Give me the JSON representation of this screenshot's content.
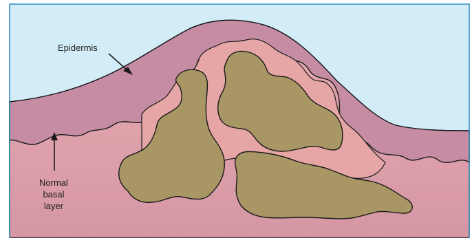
{
  "diagram": {
    "labels": {
      "epidermis": "Epidermis",
      "normal_basal_line1": "Normal",
      "normal_basal_line2": "basal",
      "normal_basal_line3": "layer"
    },
    "colors": {
      "sky": "#d3edf8",
      "epidermis": "#c58ca3",
      "dermis_top": "#e9aeb1",
      "dermis_bottom": "#d596a4",
      "lesion_zone": "#e6a6a6",
      "nests": "#a89664",
      "outline": "#1a1a1a",
      "frame": "#2a8fc4"
    },
    "icons": [
      "arrow-icon"
    ]
  }
}
